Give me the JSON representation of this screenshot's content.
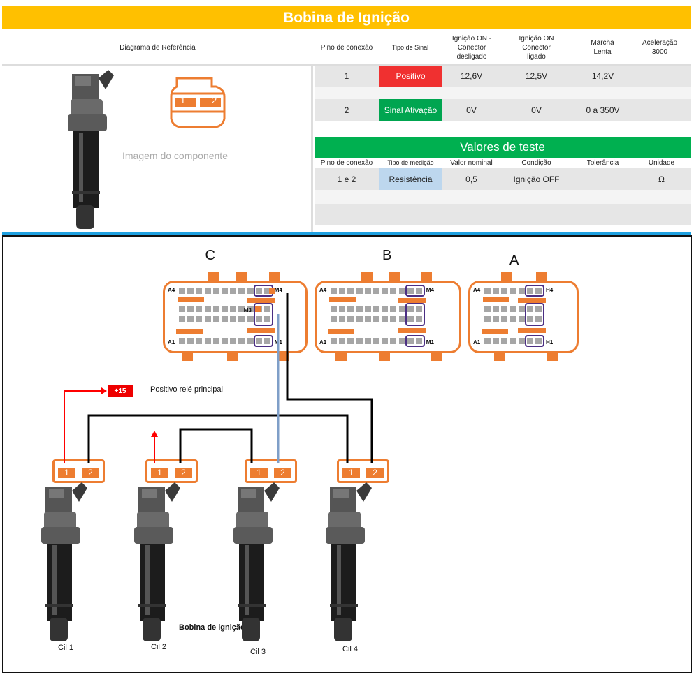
{
  "title": "Bobina de Ignição",
  "reference": {
    "header": "Diagrama de Referência",
    "image_label": "Imagem do componente",
    "connector_pins": [
      "1",
      "2"
    ]
  },
  "signal_table": {
    "headers": [
      "Pino de conexão",
      "Tipo de Sinal",
      "Ignição ON - Conector desligado",
      "Ignição ON Conector ligado",
      "Marcha Lenta",
      "Aceleração 3000"
    ],
    "rows": [
      {
        "pin": "1",
        "type": "Positivo",
        "type_color": "#f03030",
        "on_off": "12,6V",
        "on_on": "12,5V",
        "idle": "14,2V",
        "accel": ""
      },
      {
        "pin": "2",
        "type": "Sinal Ativação",
        "type_color": "#00a550",
        "on_off": "0V",
        "on_on": "0V",
        "idle": "0 a 350V",
        "accel": ""
      }
    ]
  },
  "test_table": {
    "title": "Valores de teste",
    "headers": [
      "Pino de conexão",
      "Tipo de medição",
      "Valor nominal",
      "Condição",
      "Tolerância",
      "Unidade"
    ],
    "rows": [
      {
        "pin": "1 e 2",
        "type": "Resistência",
        "nominal": "0,5",
        "condition": "Ignição OFF",
        "tolerance": "",
        "unit": "Ω"
      }
    ]
  },
  "diagram": {
    "connectors": [
      {
        "name": "C",
        "top_left": "A4",
        "top_right": "M4",
        "mid": "M3",
        "bottom_left": "A1",
        "bottom_right": "M1"
      },
      {
        "name": "B",
        "top_left": "A4",
        "top_right": "M4",
        "bottom_left": "A1",
        "bottom_right": "M1"
      },
      {
        "name": "A",
        "top_left": "A4",
        "top_right": "H4",
        "bottom_left": "A1",
        "bottom_right": "H1"
      }
    ],
    "relay_badge": "+15",
    "relay_label": "Positivo relé principal",
    "coil_caption": "Bobina de ignição",
    "cylinders": [
      "Cil 1",
      "Cil 2",
      "Cil 3",
      "Cil 4"
    ],
    "pins": [
      "1",
      "2"
    ],
    "colors": {
      "orange": "#ed7d31",
      "wire_black": "#000000",
      "wire_blue": "#7f9fc8",
      "wire_red": "#ff0000",
      "frame": "#4b2e83"
    }
  }
}
